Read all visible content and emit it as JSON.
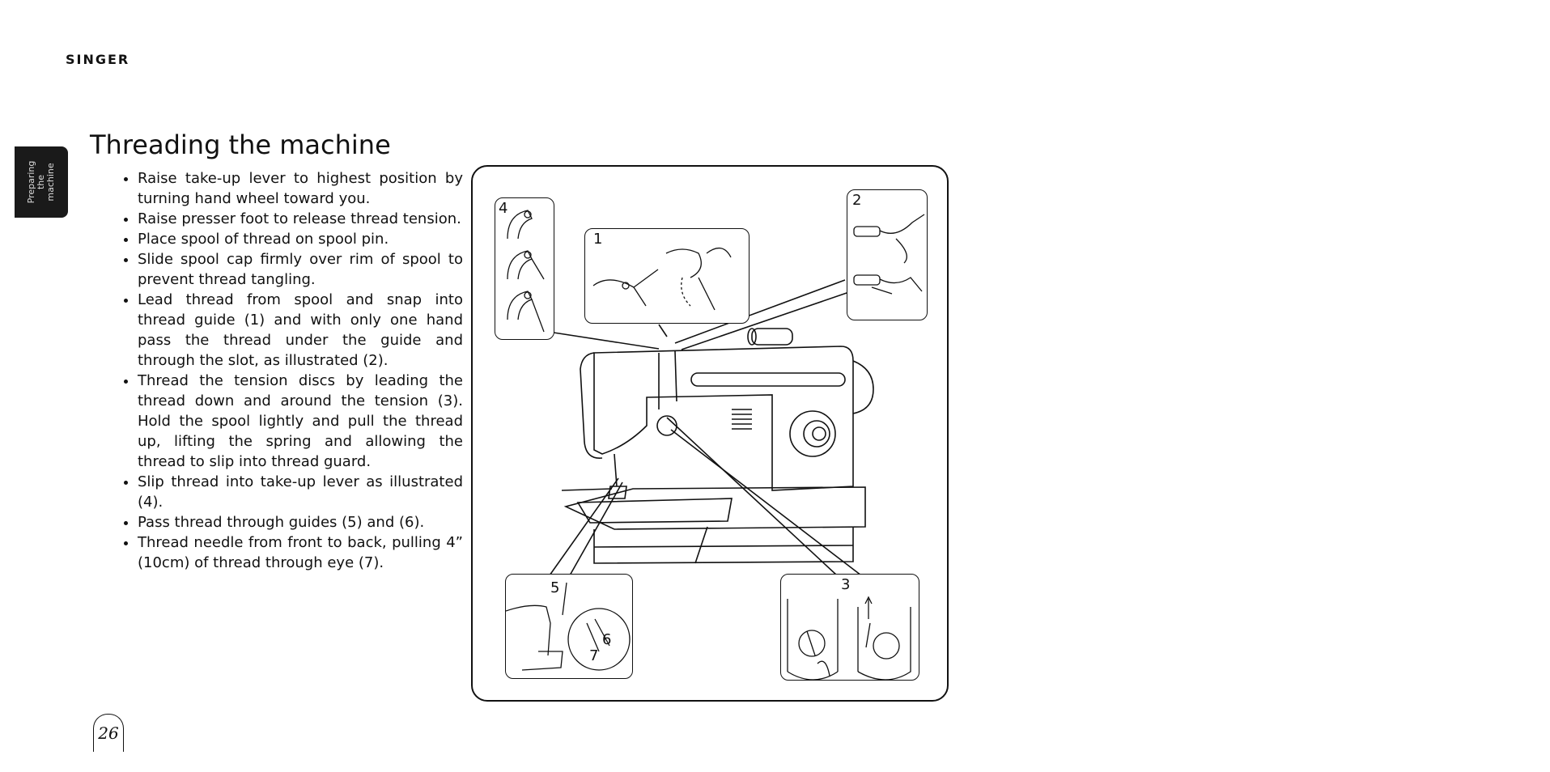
{
  "header": {
    "brand": "SINGER"
  },
  "side_tab": {
    "line1": "Preparing",
    "line2": "the",
    "line3": "machine"
  },
  "page_title": "Threading the machine",
  "steps": [
    "Raise take-up lever to highest position by turning hand wheel toward you.",
    "Raise presser foot to release thread tension.",
    "Place spool of thread on spool pin.",
    "Slide spool cap firmly over rim of spool to prevent thread tangling.",
    "Lead thread from spool and snap into thread guide (1) and with only one hand pass the thread under the guide and through the slot, as illustrated (2).",
    "Thread the tension discs by leading the thread down and around the tension (3). Hold the spool lightly and pull the thread up, lifting the spring and allowing the thread to slip into thread guard.",
    "Slip thread into take-up lever as illustrated (4).",
    "Pass thread through guides (5) and (6).",
    "Thread needle from front to back, pulling 4” (10cm) of thread through eye (7)."
  ],
  "figure": {
    "labels": {
      "c1": "1",
      "c2": "2",
      "c3": "3",
      "c4": "4",
      "c5": "5",
      "c6": "6",
      "c7": "7"
    }
  },
  "page_number": "26"
}
